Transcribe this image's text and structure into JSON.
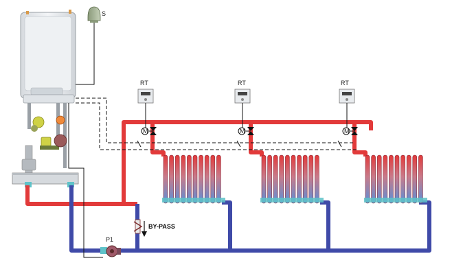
{
  "labels": {
    "sensor": "S",
    "thermostat_1": "RT",
    "thermostat_2": "RT",
    "thermostat_3": "RT",
    "valve_motor_1": "M",
    "valve_motor_2": "M",
    "valve_motor_3": "M",
    "pump": "P1",
    "bypass": "BY-PASS"
  },
  "colors": {
    "supply_pipe": "#e23a3a",
    "return_pipe": "#3f4aa8",
    "boiler_body": "#e9ecef",
    "wiring": "#111111"
  },
  "icons": [
    "boiler",
    "outdoor-sensor",
    "room-thermostat",
    "motorized-valve",
    "radiator",
    "pump",
    "bypass-valve"
  ]
}
